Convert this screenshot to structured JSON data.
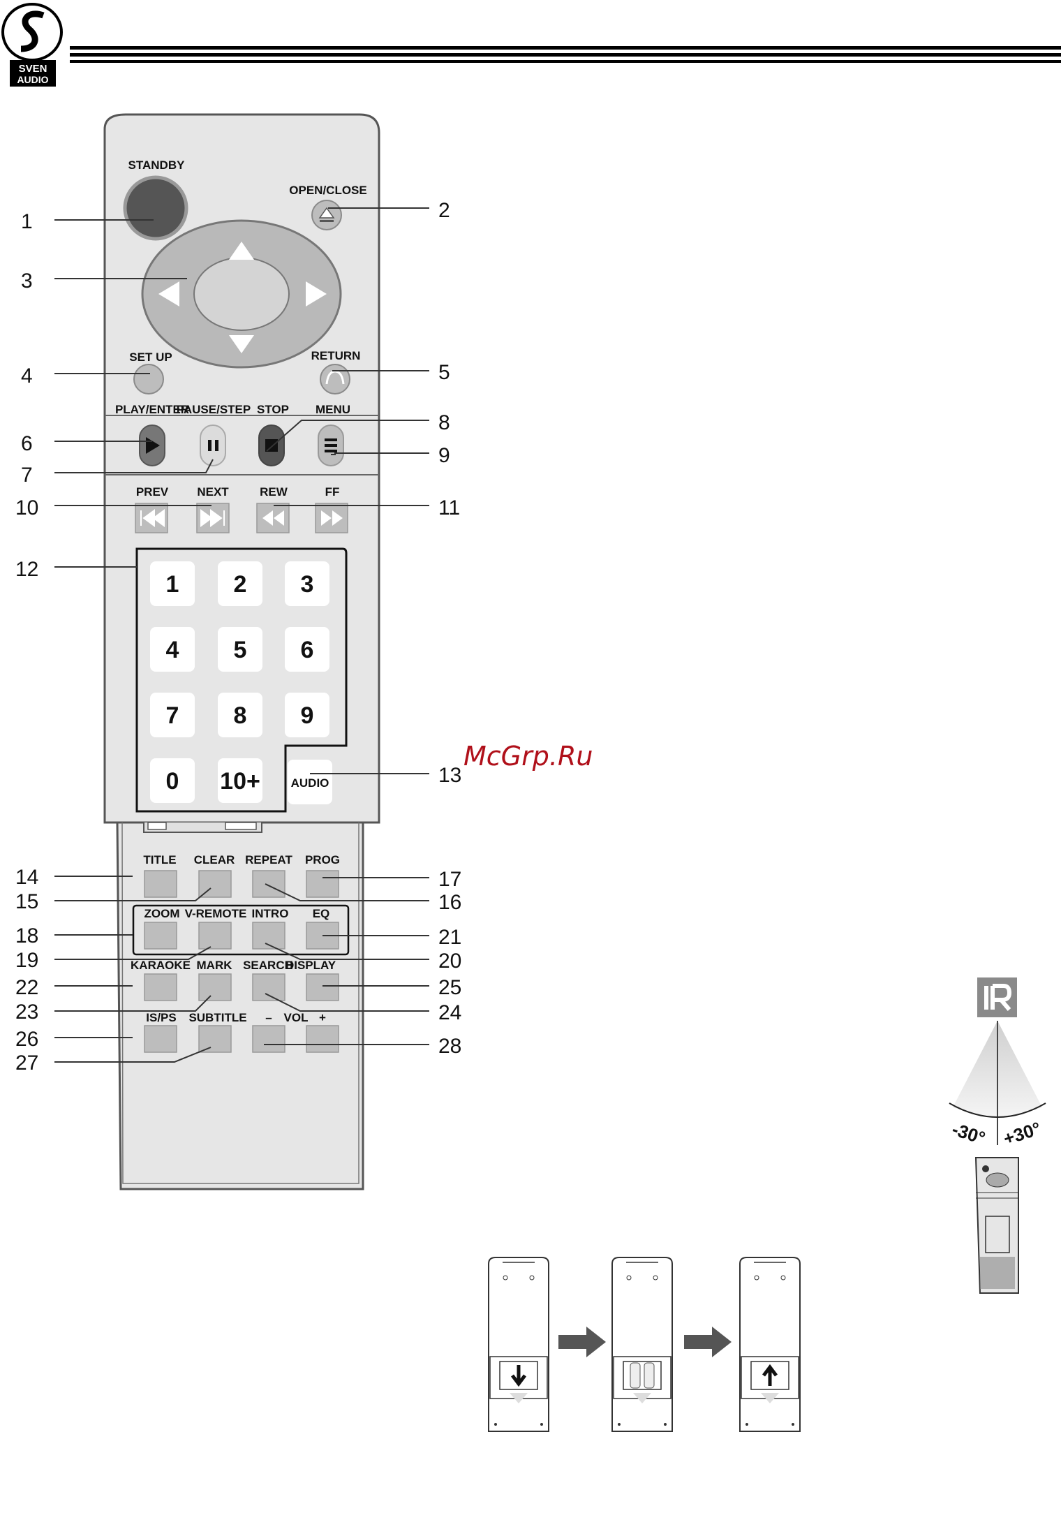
{
  "logo": {
    "line1": "SVEN",
    "line2": "AUDIO"
  },
  "watermark": "McGrp.Ru",
  "remote_labels": {
    "standby": "STANDBY",
    "open_close": "OPEN/CLOSE",
    "set_up": "SET UP",
    "return": "RETURN",
    "play_enter": "PLAY/ENTER",
    "pause_step": "PAUSE/STEP",
    "stop": "STOP",
    "menu": "MENU",
    "prev": "PREV",
    "next": "NEXT",
    "rew": "REW",
    "ff": "FF",
    "audio": "AUDIO",
    "title": "TITLE",
    "clear": "CLEAR",
    "repeat": "REPEAT",
    "prog": "PROG",
    "zoom": "ZOOM",
    "v_remote": "V-REMOTE",
    "intro": "INTRO",
    "eq": "EQ",
    "karaoke": "KARAOKE",
    "mark": "MARK",
    "search": "SEARCH",
    "display": "DISPLAY",
    "is_ps": "IS/PS",
    "subtitle": "SUBTITLE",
    "vol_minus": "–",
    "vol": "VOL",
    "vol_plus": "+"
  },
  "keypad": [
    "1",
    "2",
    "3",
    "4",
    "5",
    "6",
    "7",
    "8",
    "9",
    "0",
    "10+"
  ],
  "callouts": [
    "1",
    "2",
    "3",
    "4",
    "5",
    "6",
    "7",
    "8",
    "9",
    "10",
    "11",
    "12",
    "13",
    "14",
    "15",
    "16",
    "17",
    "18",
    "19",
    "20",
    "21",
    "22",
    "23",
    "24",
    "25",
    "26",
    "27",
    "28"
  ],
  "ir_diagram": {
    "minus_angle": "-30°",
    "plus_angle": "+30°"
  },
  "colors": {
    "remote_body": "#e6e6e6",
    "button_gray": "#bdbdbd",
    "standby": "#555555",
    "dpad": "#b9b9b9"
  }
}
